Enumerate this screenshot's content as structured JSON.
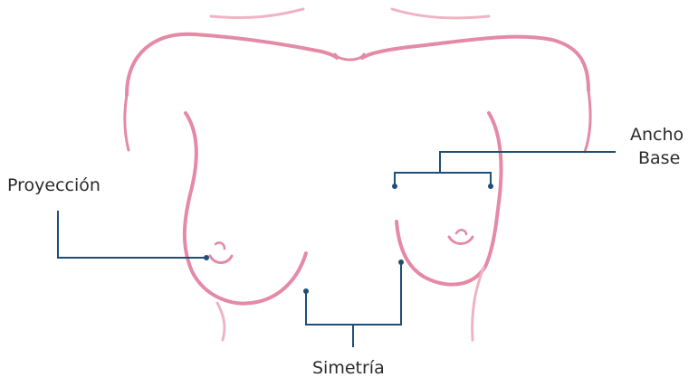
{
  "labels": {
    "projection": "Proyección",
    "width_line1": "Ancho",
    "width_line2": "Base",
    "symmetry": "Simetría"
  },
  "colors": {
    "outline": "#e48aa6",
    "outline_light": "#f0b3c4",
    "leader": "#1f4e7a"
  }
}
